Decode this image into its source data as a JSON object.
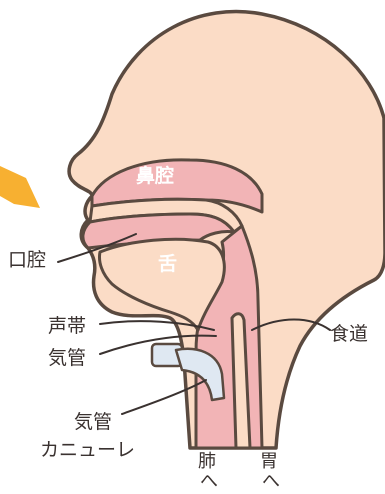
{
  "labels": {
    "nasal_cavity": "鼻腔",
    "oral_cavity": "口腔",
    "tongue": "舌",
    "vocal_cords": "声帯",
    "trachea": "気管",
    "esophagus": "食道",
    "cannula_line1": "気管",
    "cannula_line2": "カニューレ",
    "lung": "肺",
    "stomach": "胃",
    "arrow_glyph": "へ"
  },
  "colors": {
    "skin": "#fbdcc6",
    "airway": "#f2b4b6",
    "outline": "#5a4a40",
    "accent_arrow": "#f6a91f",
    "cannula": "#dfe8f2"
  }
}
